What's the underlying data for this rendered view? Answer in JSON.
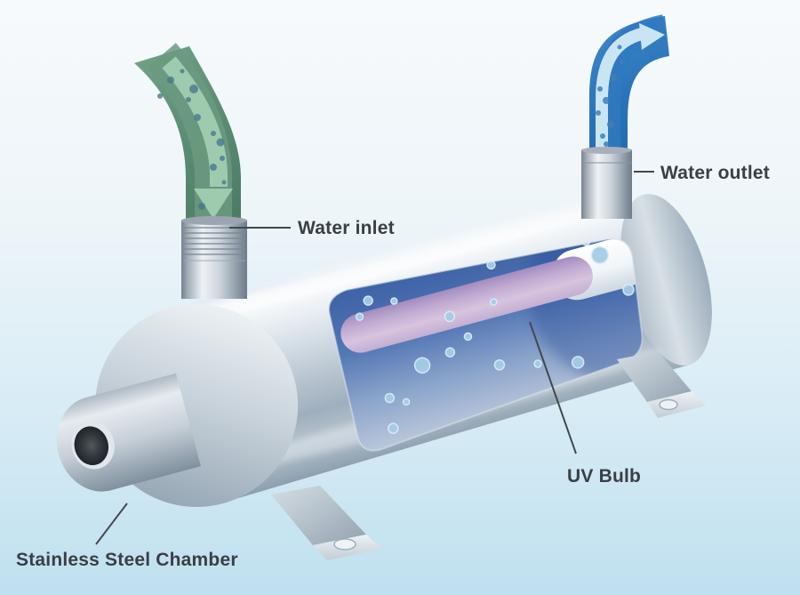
{
  "diagram": {
    "subject": "uv-water-sterilizer-cutaway",
    "labels": {
      "water_inlet": "Water inlet",
      "water_outlet": "Water outlet",
      "uv_bulb": "UV Bulb",
      "chamber": "Stainless Steel Chamber"
    },
    "icons": {
      "inlet_flow_arrow": "arrow-down",
      "outlet_flow_arrow": "arrow-up-right"
    },
    "colors": {
      "background_top": "#f6fafc",
      "background_bottom": "#bfe0ef",
      "inlet_pipe_green": "#5e8f76",
      "inlet_arrow_green": "#9ecbad",
      "outlet_pipe_blue": "#2b74ba",
      "outlet_arrow_blue": "#c9e5f4",
      "chamber_steel": "#c7d2db",
      "window_water_blue": "#4a6fae",
      "uv_bulb_lavender": "#c5b0d4",
      "quartz_sleeve_white": "#f1f5f8",
      "leader_line": "#42484e",
      "label_text": "#3a3f45"
    }
  }
}
